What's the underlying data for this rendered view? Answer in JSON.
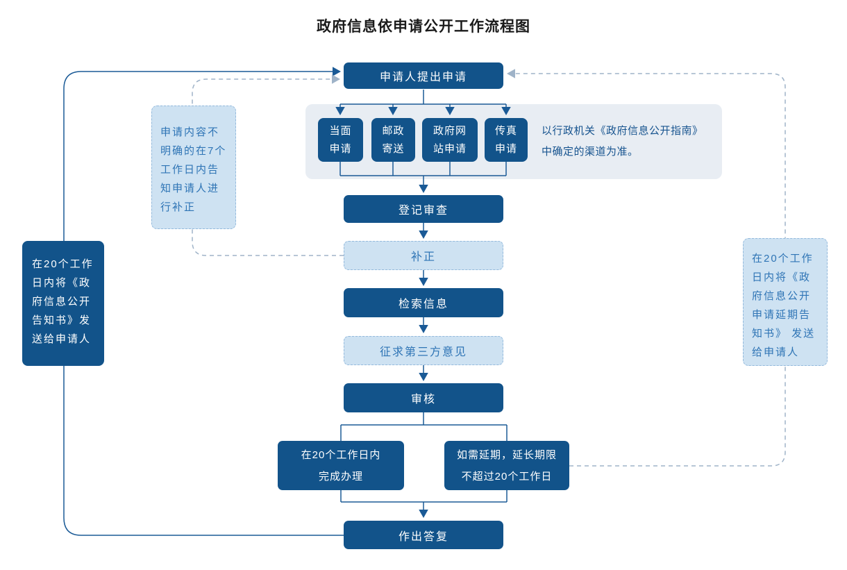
{
  "title": "政府信息依申请公开工作流程图",
  "colors": {
    "dark_box": "#12538a",
    "light_box_fill": "#cee2f2",
    "light_box_border": "#93b9dc",
    "light_box_text": "#2e74b5",
    "panel_bg": "#e8edf3",
    "solid_line": "#1a5a96",
    "dashed_line": "#9fb3c8"
  },
  "nodes": {
    "submit": "申请人提出申请",
    "register": "登记审查",
    "supplement": "补正",
    "search": "检索信息",
    "third_party": "征求第三方意见",
    "review": "审核",
    "complete": "在20个工作日内\n完成办理",
    "extend": "如需延期，延长期限\n不超过20个工作日",
    "reply": "作出答复"
  },
  "channels": {
    "items": [
      "当面\n申请",
      "邮政\n寄送",
      "政府网\n站申请",
      "传真\n申请"
    ],
    "note": "以行政机关《政府信息公开指南》\n中确定的渠道为准。"
  },
  "side_notes": {
    "left": "在20个工作\n日内将《政\n府信息公开\n告知书》发\n送给申请人",
    "supplement": "申请内容不\n明确的在7个\n工作日内告\n知申请人进\n行补正",
    "right": "在20个工作\n日内将《政\n府信息公开\n申请延期告\n知书》 发送\n给申请人"
  },
  "edges": [
    {
      "from": "submit",
      "to": "channels",
      "style": "solid"
    },
    {
      "from": "channels",
      "to": "register",
      "style": "solid"
    },
    {
      "from": "register",
      "to": "supplement",
      "style": "solid"
    },
    {
      "from": "supplement",
      "to": "search",
      "style": "solid"
    },
    {
      "from": "search",
      "to": "third_party",
      "style": "solid"
    },
    {
      "from": "third_party",
      "to": "review",
      "style": "solid"
    },
    {
      "from": "review",
      "to": "complete",
      "style": "solid"
    },
    {
      "from": "review",
      "to": "extend",
      "style": "solid"
    },
    {
      "from": "complete",
      "to": "reply",
      "style": "solid"
    },
    {
      "from": "extend",
      "to": "reply",
      "style": "solid"
    },
    {
      "from": "reply",
      "to": "submit",
      "style": "solid",
      "via": "left_note"
    },
    {
      "from": "supplement",
      "to": "submit",
      "style": "dashed",
      "via": "supplement_note"
    },
    {
      "from": "extend",
      "to": "submit",
      "style": "dashed",
      "via": "right_note"
    }
  ]
}
